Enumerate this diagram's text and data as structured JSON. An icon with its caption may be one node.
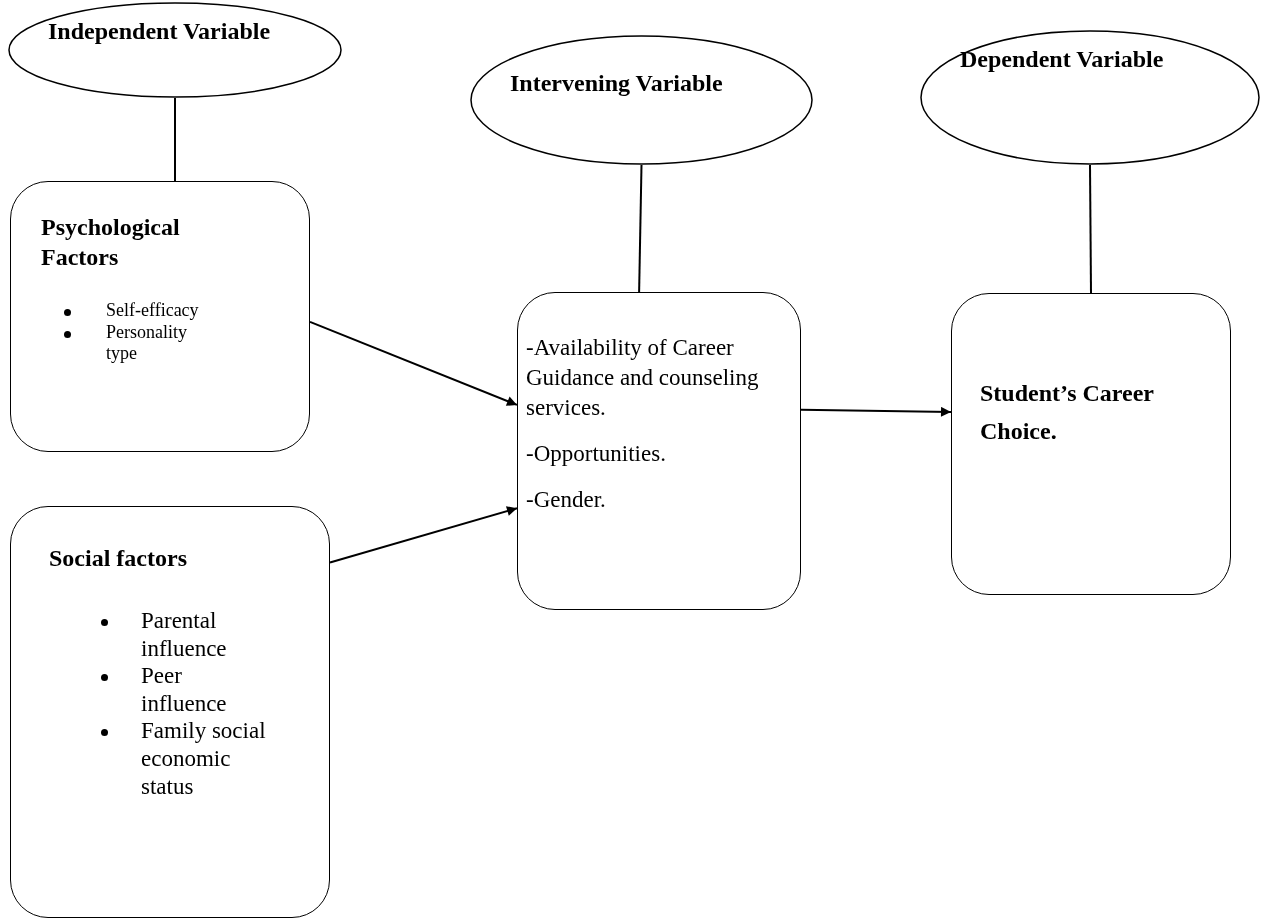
{
  "diagram": {
    "nodes": [
      {
        "text": [
          "Independent Variable"
        ]
      },
      {
        "text": [
          "Psychological Factors",
          "Self-efficacy",
          "Personality type"
        ]
      },
      {
        "text": [
          "Social factors",
          "Parental influence",
          "Peer influence",
          "Family social economic status"
        ]
      },
      {
        "text": [
          "Intervening Variable"
        ]
      },
      {
        "text": [
          "-Availability of Career Guidance and counseling services.",
          "-Opportunities.",
          "-Gender."
        ]
      },
      {
        "text": [
          "Dependent Variable"
        ]
      },
      {
        "text": [
          "Student’s Career Choice."
        ]
      }
    ],
    "edges": [
      {
        "from": 0,
        "to": 1,
        "arrow": "none"
      },
      {
        "from": 3,
        "to": 4,
        "arrow": "none"
      },
      {
        "from": 5,
        "to": 6,
        "arrow": "none"
      },
      {
        "from": 1,
        "to": 4,
        "arrow": "to"
      },
      {
        "from": 2,
        "to": 4,
        "arrow": "to"
      },
      {
        "from": 4,
        "to": 6,
        "arrow": "to"
      }
    ]
  }
}
